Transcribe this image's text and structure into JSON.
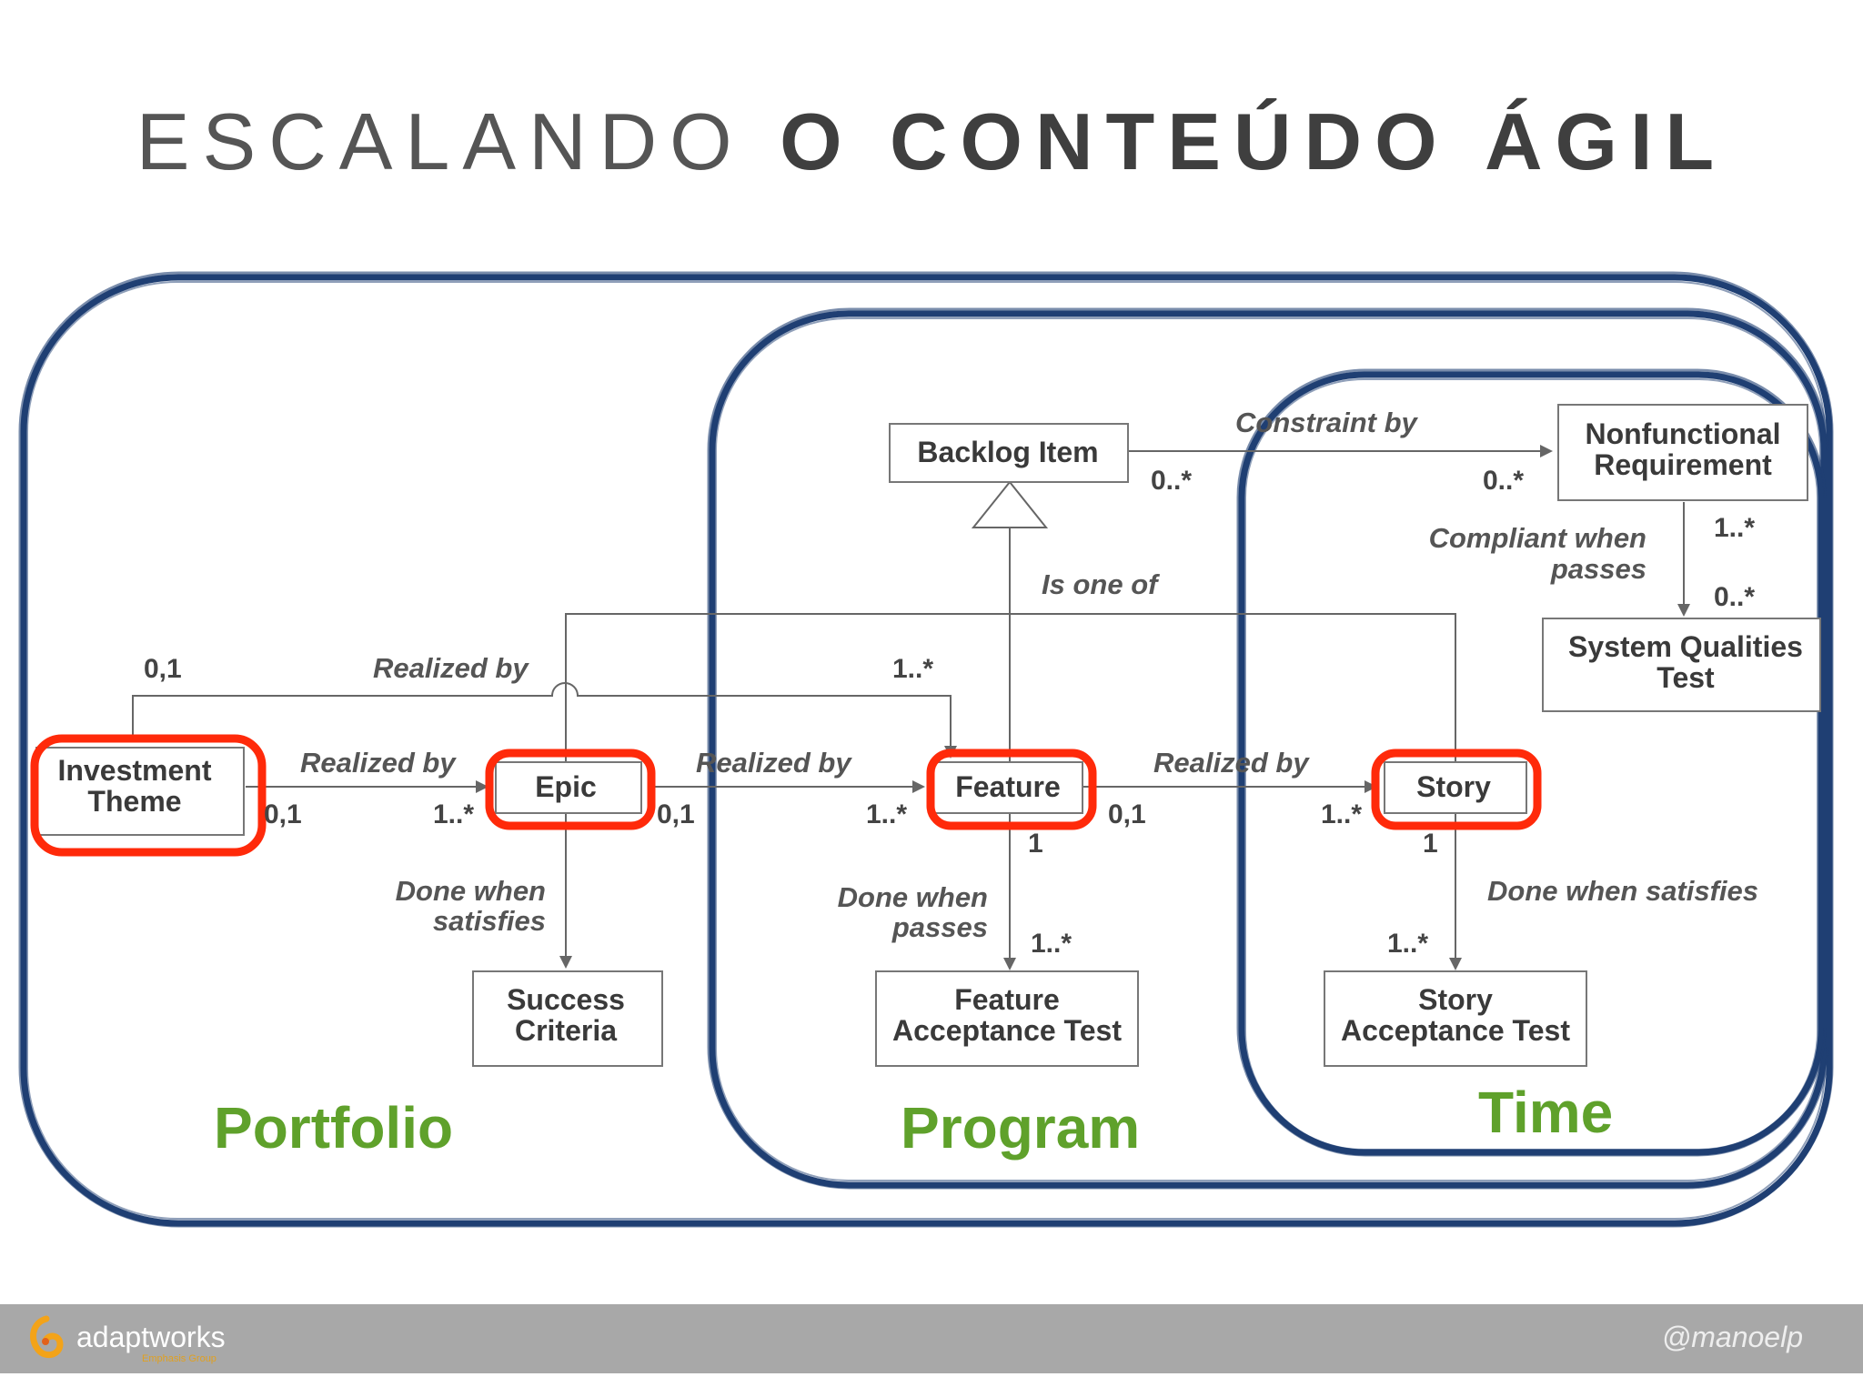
{
  "title": {
    "light": "ESCALANDO",
    "bold": "O CONTEÚDO ÁGIL"
  },
  "boxes": {
    "investment_theme": [
      "Investment",
      "Theme"
    ],
    "epic": [
      "Epic"
    ],
    "feature": [
      "Feature"
    ],
    "story": [
      "Story"
    ],
    "backlog_item": [
      "Backlog Item"
    ],
    "nfr": [
      "Nonfunctional",
      "Requirement"
    ],
    "sqt": [
      "System Qualities",
      "Test"
    ],
    "success_criteria": [
      "Success",
      "Criteria"
    ],
    "fat": [
      "Feature",
      "Acceptance Test"
    ],
    "sat": [
      "Story",
      "Acceptance Test"
    ]
  },
  "relations": {
    "realized_by": "Realized by",
    "constraint_by": "Constraint by",
    "compliant_when": [
      "Compliant when",
      "passes"
    ],
    "is_one_of": "Is one of",
    "done_when_satisfies": [
      "Done when",
      "satisfies"
    ],
    "done_when_passes": [
      "Done when",
      "passes"
    ],
    "done_when_satisfies_story": "Done when satisfies"
  },
  "multiplicity": {
    "zero_one": "0,1",
    "one_many": "1..*",
    "zero_many": "0..*",
    "one": "1"
  },
  "groups": {
    "portfolio": "Portfolio",
    "program": "Program",
    "time": "Time"
  },
  "colors": {
    "frame": "#1f3f73",
    "highlight": "#ff2a0a",
    "group_text": "#5fa12b",
    "footer": "#a8a8a8"
  },
  "footer": {
    "brand": "adaptworks",
    "brand_sub": "Emphasis Group",
    "handle": "@manoelp"
  }
}
